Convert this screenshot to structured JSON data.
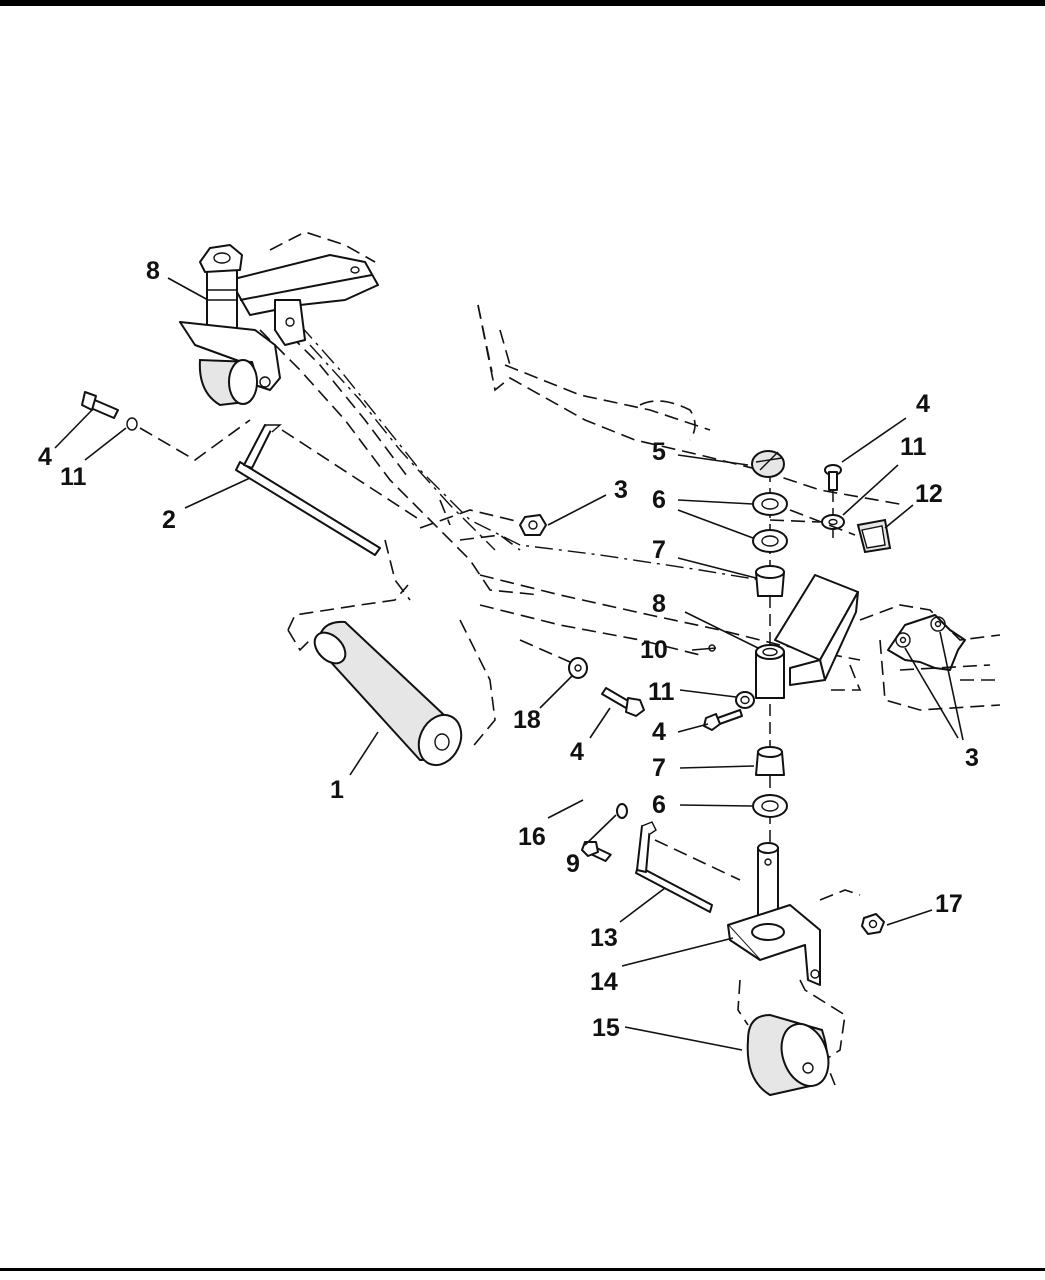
{
  "callouts": [
    {
      "id": "c8a",
      "text": "8"
    },
    {
      "id": "c4a",
      "text": "4"
    },
    {
      "id": "c11a",
      "text": "11"
    },
    {
      "id": "c2",
      "text": "2"
    },
    {
      "id": "c1",
      "text": "1"
    },
    {
      "id": "c3a",
      "text": "3"
    },
    {
      "id": "c18",
      "text": "18"
    },
    {
      "id": "c4b",
      "text": "4"
    },
    {
      "id": "c4c",
      "text": "4"
    },
    {
      "id": "c11b",
      "text": "11"
    },
    {
      "id": "c12",
      "text": "12"
    },
    {
      "id": "c5",
      "text": "5"
    },
    {
      "id": "c6a",
      "text": "6"
    },
    {
      "id": "c7a",
      "text": "7"
    },
    {
      "id": "c8b",
      "text": "8"
    },
    {
      "id": "c10",
      "text": "10"
    },
    {
      "id": "c11c",
      "text": "11"
    },
    {
      "id": "c4d",
      "text": "4"
    },
    {
      "id": "c7b",
      "text": "7"
    },
    {
      "id": "c6b",
      "text": "6"
    },
    {
      "id": "c3b",
      "text": "3"
    },
    {
      "id": "c16",
      "text": "16"
    },
    {
      "id": "c9",
      "text": "9"
    },
    {
      "id": "c13",
      "text": "13"
    },
    {
      "id": "c14",
      "text": "14"
    },
    {
      "id": "c15",
      "text": "15"
    },
    {
      "id": "c17",
      "text": "17"
    }
  ]
}
